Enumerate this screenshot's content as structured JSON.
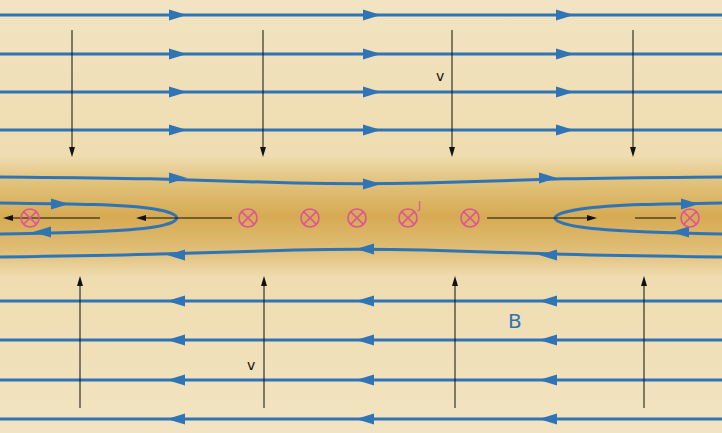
{
  "diagram": {
    "labels": [
      "v",
      "J",
      "B",
      "v"
    ]
  }
}
